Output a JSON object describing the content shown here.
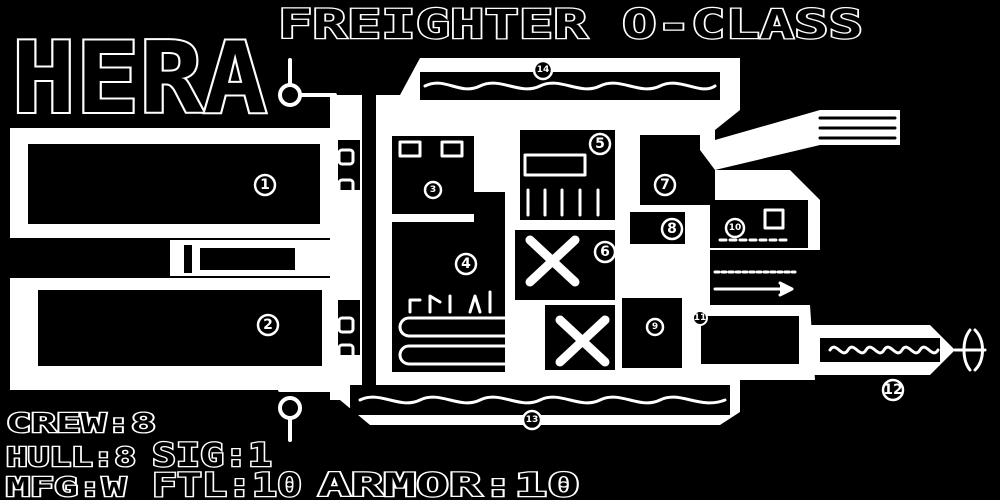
{
  "ship": {
    "name": "HERA",
    "class_title": "FREIGHTER O-CLASS"
  },
  "stats": {
    "crew": "CREW:8",
    "hull": "HULL:8",
    "sig": "SIG:1",
    "ftl": "FTL:10",
    "armor": "ARMOR:10",
    "mfg": "MFG:W"
  },
  "rooms": [
    {
      "id": "room-1",
      "label": "1"
    },
    {
      "id": "room-2",
      "label": "2"
    },
    {
      "id": "room-3",
      "label": "3"
    },
    {
      "id": "room-4",
      "label": "4"
    },
    {
      "id": "room-5",
      "label": "5"
    },
    {
      "id": "room-6",
      "label": "6"
    },
    {
      "id": "room-7",
      "label": "7"
    },
    {
      "id": "room-8",
      "label": "8"
    },
    {
      "id": "room-9",
      "label": "9"
    },
    {
      "id": "room-10",
      "label": "10"
    },
    {
      "id": "room-11",
      "label": "11"
    },
    {
      "id": "room-12",
      "label": "12"
    },
    {
      "id": "room-13",
      "label": "13"
    },
    {
      "id": "room-14",
      "label": "14"
    }
  ]
}
